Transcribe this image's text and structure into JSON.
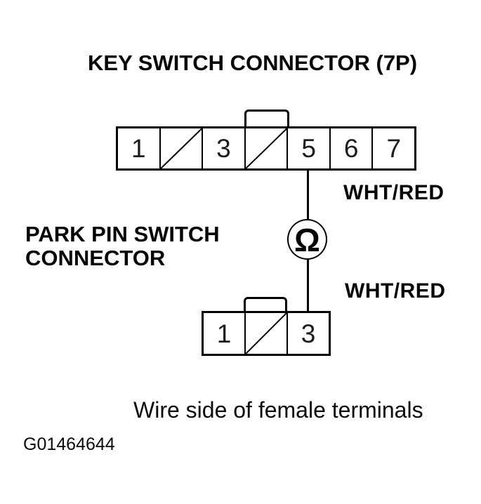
{
  "colors": {
    "ink": "#000000",
    "paper": "#ffffff"
  },
  "title": "KEY SWITCH CONNECTOR (7P)",
  "key_switch_connector": {
    "pins": [
      {
        "label": "1",
        "slash": false
      },
      {
        "label": "",
        "slash": true
      },
      {
        "label": "3",
        "slash": false
      },
      {
        "label": "",
        "slash": true
      },
      {
        "label": "5",
        "slash": false
      },
      {
        "label": "6",
        "slash": false
      },
      {
        "label": "7",
        "slash": false
      }
    ]
  },
  "park_pin_switch": {
    "label_line1": "PARK PIN SWITCH",
    "label_line2": "CONNECTOR",
    "pins": [
      {
        "label": "1",
        "slash": false
      },
      {
        "label": "",
        "slash": true
      },
      {
        "label": "3",
        "slash": false
      }
    ]
  },
  "ohmmeter": {
    "symbol": "Ω"
  },
  "wires": {
    "upper_label": "WHT/RED",
    "lower_label": "WHT/RED"
  },
  "caption": "Wire side of female terminals",
  "figure_id": "G01464644"
}
